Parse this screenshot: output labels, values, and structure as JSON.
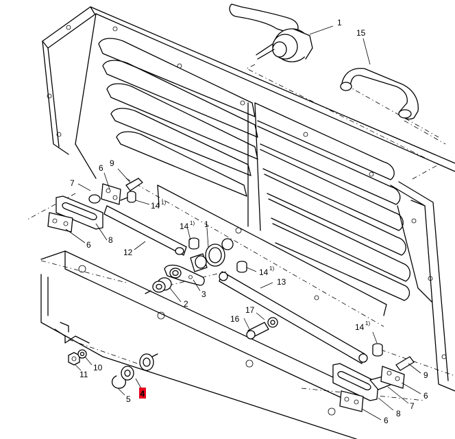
{
  "diagram": {
    "callouts": {
      "c1_top": "1",
      "c15": "15",
      "c9_left": "9",
      "c6_left_top": "6",
      "c7_left": "7",
      "c14_left_a": "14",
      "c14_left_a_sup": "1)",
      "c6_left_bottom": "6",
      "c8_left": "8",
      "c12": "12",
      "c14_mid": "14",
      "c14_mid_sup": "1)",
      "c1_mid": "1",
      "c14_right_a": "14",
      "c14_right_a_sup": "1)",
      "c3": "3",
      "c2": "2",
      "c13": "13",
      "c17": "17",
      "c16": "16",
      "c14_right_b": "14",
      "c14_right_b_sup": "1)",
      "c10": "10",
      "c11": "11",
      "c4": "4",
      "c5": "5",
      "c9_right": "9",
      "c6_right_top": "6",
      "c7_right": "7",
      "c8_right": "8",
      "c6_right_bottom": "6"
    },
    "highlight": {
      "callout": "4",
      "color": "#e8001c"
    }
  }
}
